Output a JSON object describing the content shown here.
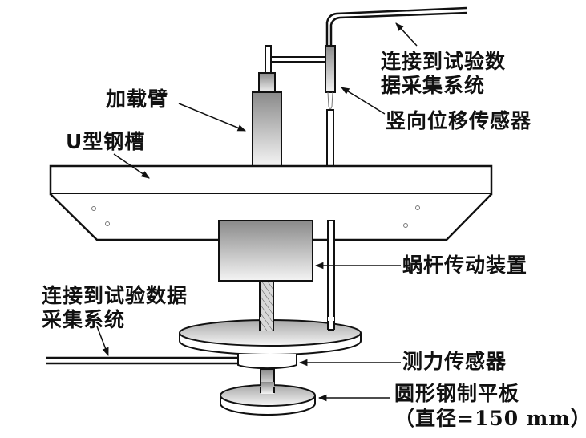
{
  "diagram": {
    "title": "",
    "labels": {
      "top_data_line_1": "连接到试验数",
      "top_data_line_2": "据采集系统",
      "vertical_sensor": "竖向位移传感器",
      "loading_arm": "加载臂",
      "u_channel": "U型钢槽",
      "worm_gear": "蜗杆传动装置",
      "left_data_line_1": "连接到试验数据",
      "left_data_line_2": "采集系统",
      "load_cell": "测力传感器",
      "plate_line_1": "圆形钢制平板",
      "plate_line_2": "（直径=150 mm）"
    },
    "components": [
      {
        "id": "loading-arm",
        "label": "加载臂"
      },
      {
        "id": "u-channel",
        "label": "U型钢槽"
      },
      {
        "id": "vertical-displacement-sensor",
        "label": "竖向位移传感器"
      },
      {
        "id": "worm-gear-drive",
        "label": "蜗杆传动装置"
      },
      {
        "id": "load-cell",
        "label": "测力传感器"
      },
      {
        "id": "circular-steel-plate",
        "label": "圆形钢制平板",
        "note": "直径=150 mm"
      }
    ],
    "colors": {
      "stroke": "#111111",
      "fill_white": "#ffffff",
      "gradient_dark": "#8a8a8a",
      "gradient_light": "#f2f2f2"
    }
  }
}
